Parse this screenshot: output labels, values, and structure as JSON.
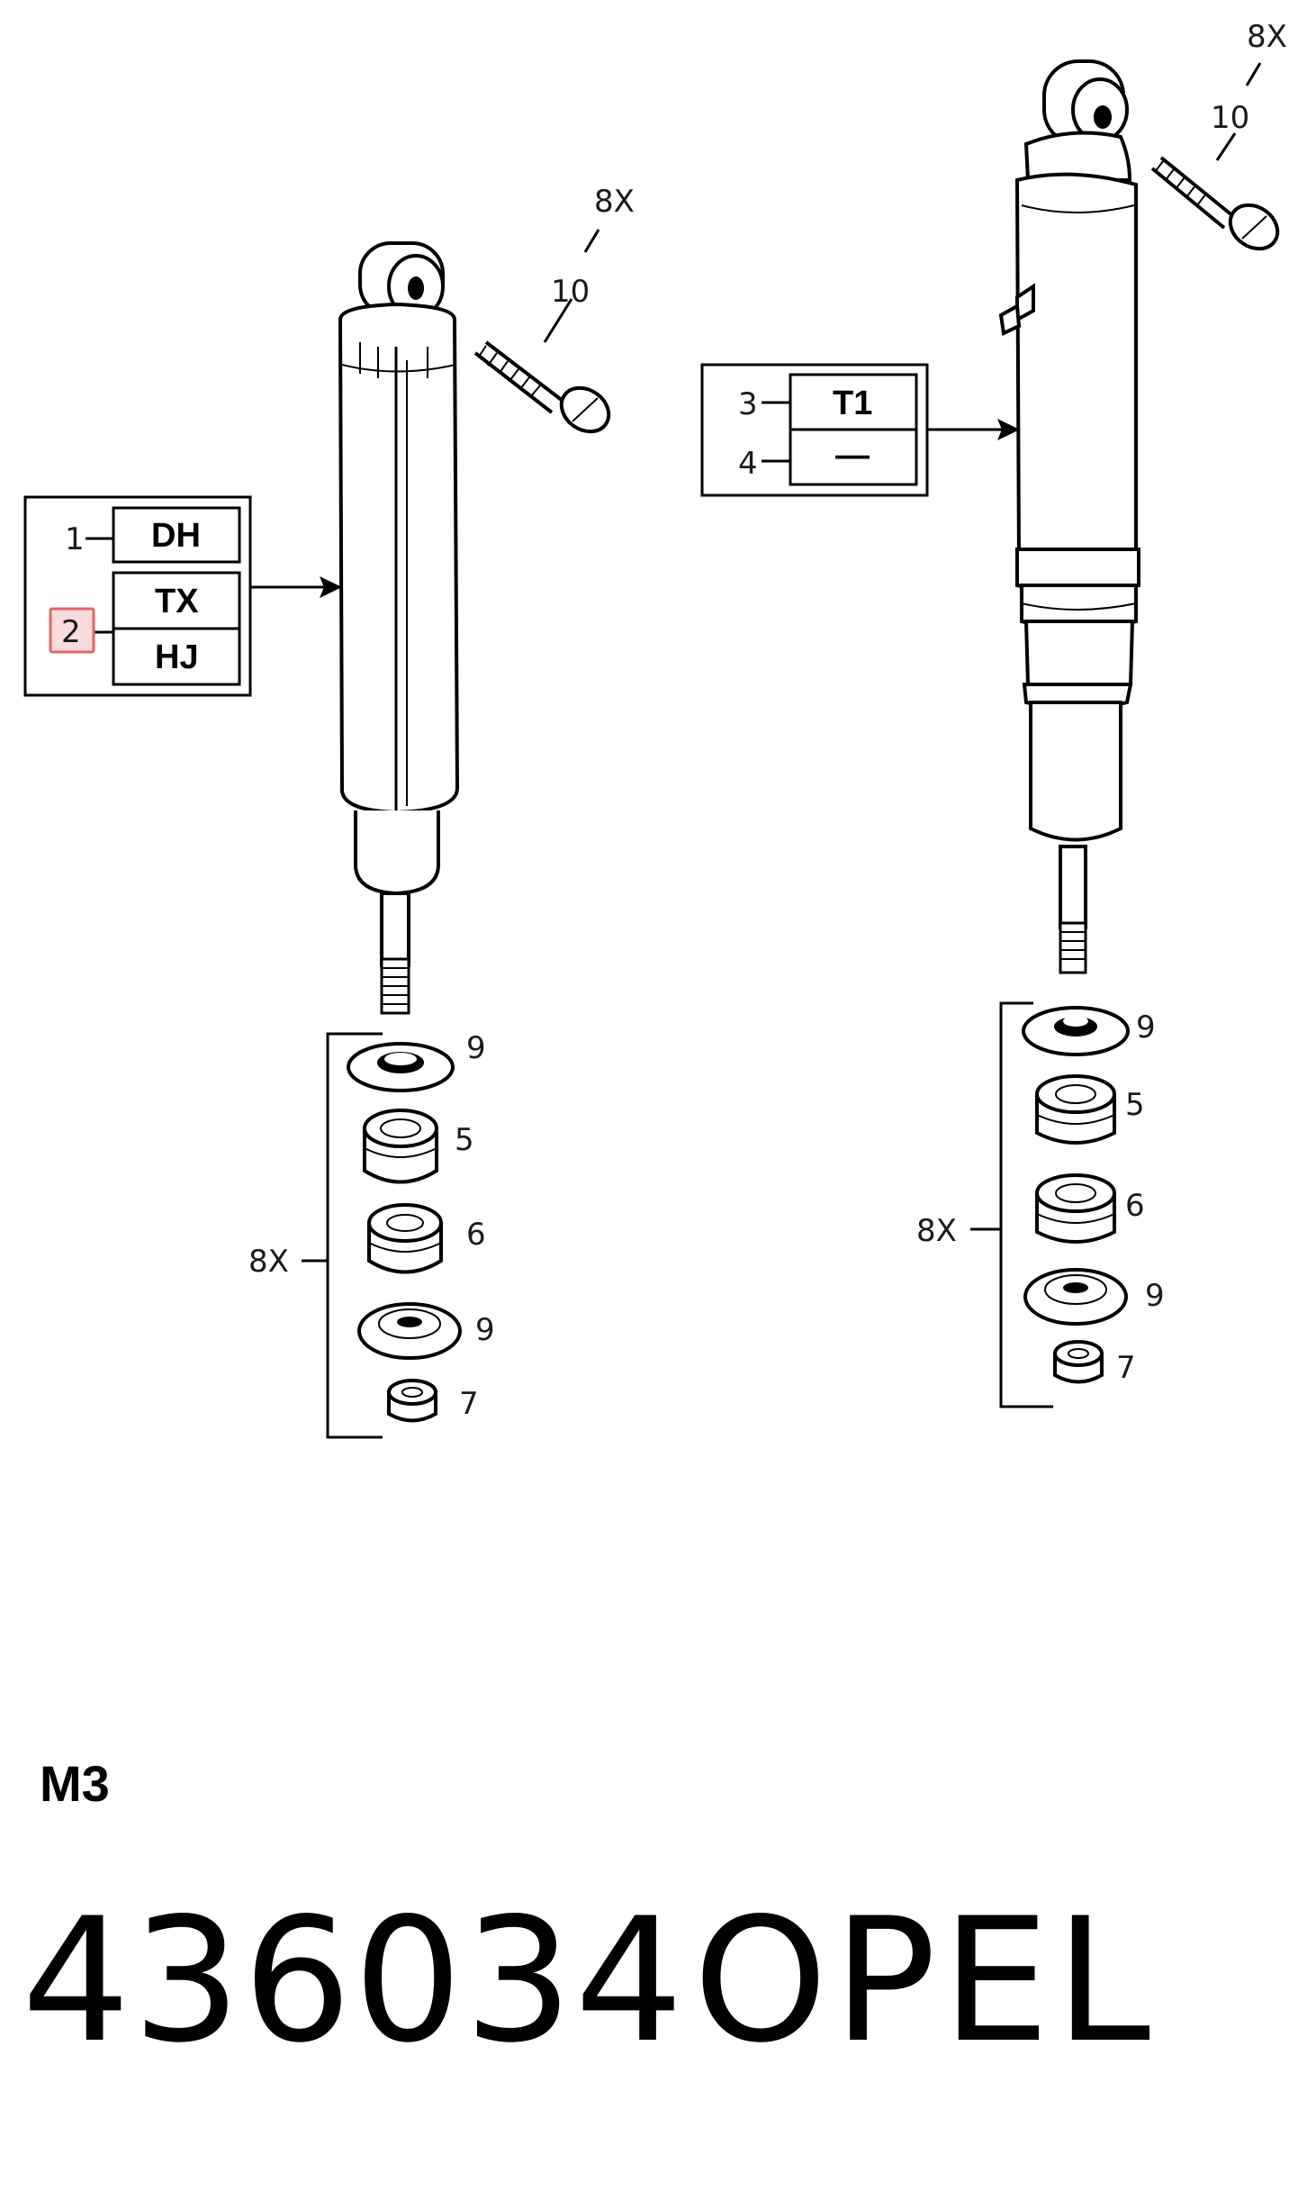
{
  "left_assembly": {
    "labels": {
      "qty_bolt": "8X",
      "bolt_ref": "10",
      "ref1": "1",
      "ref2": "2",
      "code_dh": "DH",
      "code_tx": "TX",
      "code_hj": "HJ",
      "washer_top": "9",
      "bush_upper": "5",
      "bush_lower": "6",
      "washer_bottom": "9",
      "nut": "7",
      "qty_kit": "8X"
    }
  },
  "right_assembly": {
    "labels": {
      "qty_bolt": "8X",
      "bolt_ref": "10",
      "ref3": "3",
      "ref4": "4",
      "code_t1": "T1",
      "code_dash": "—",
      "washer_top": "9",
      "bush_upper": "5",
      "bush_lower": "6",
      "washer_bottom": "9",
      "nut": "7",
      "qty_kit": "8X"
    }
  },
  "highlight_color": "#e06666",
  "footer": {
    "model_code": "M3",
    "part_number": "436034",
    "brand": "OPEL"
  }
}
